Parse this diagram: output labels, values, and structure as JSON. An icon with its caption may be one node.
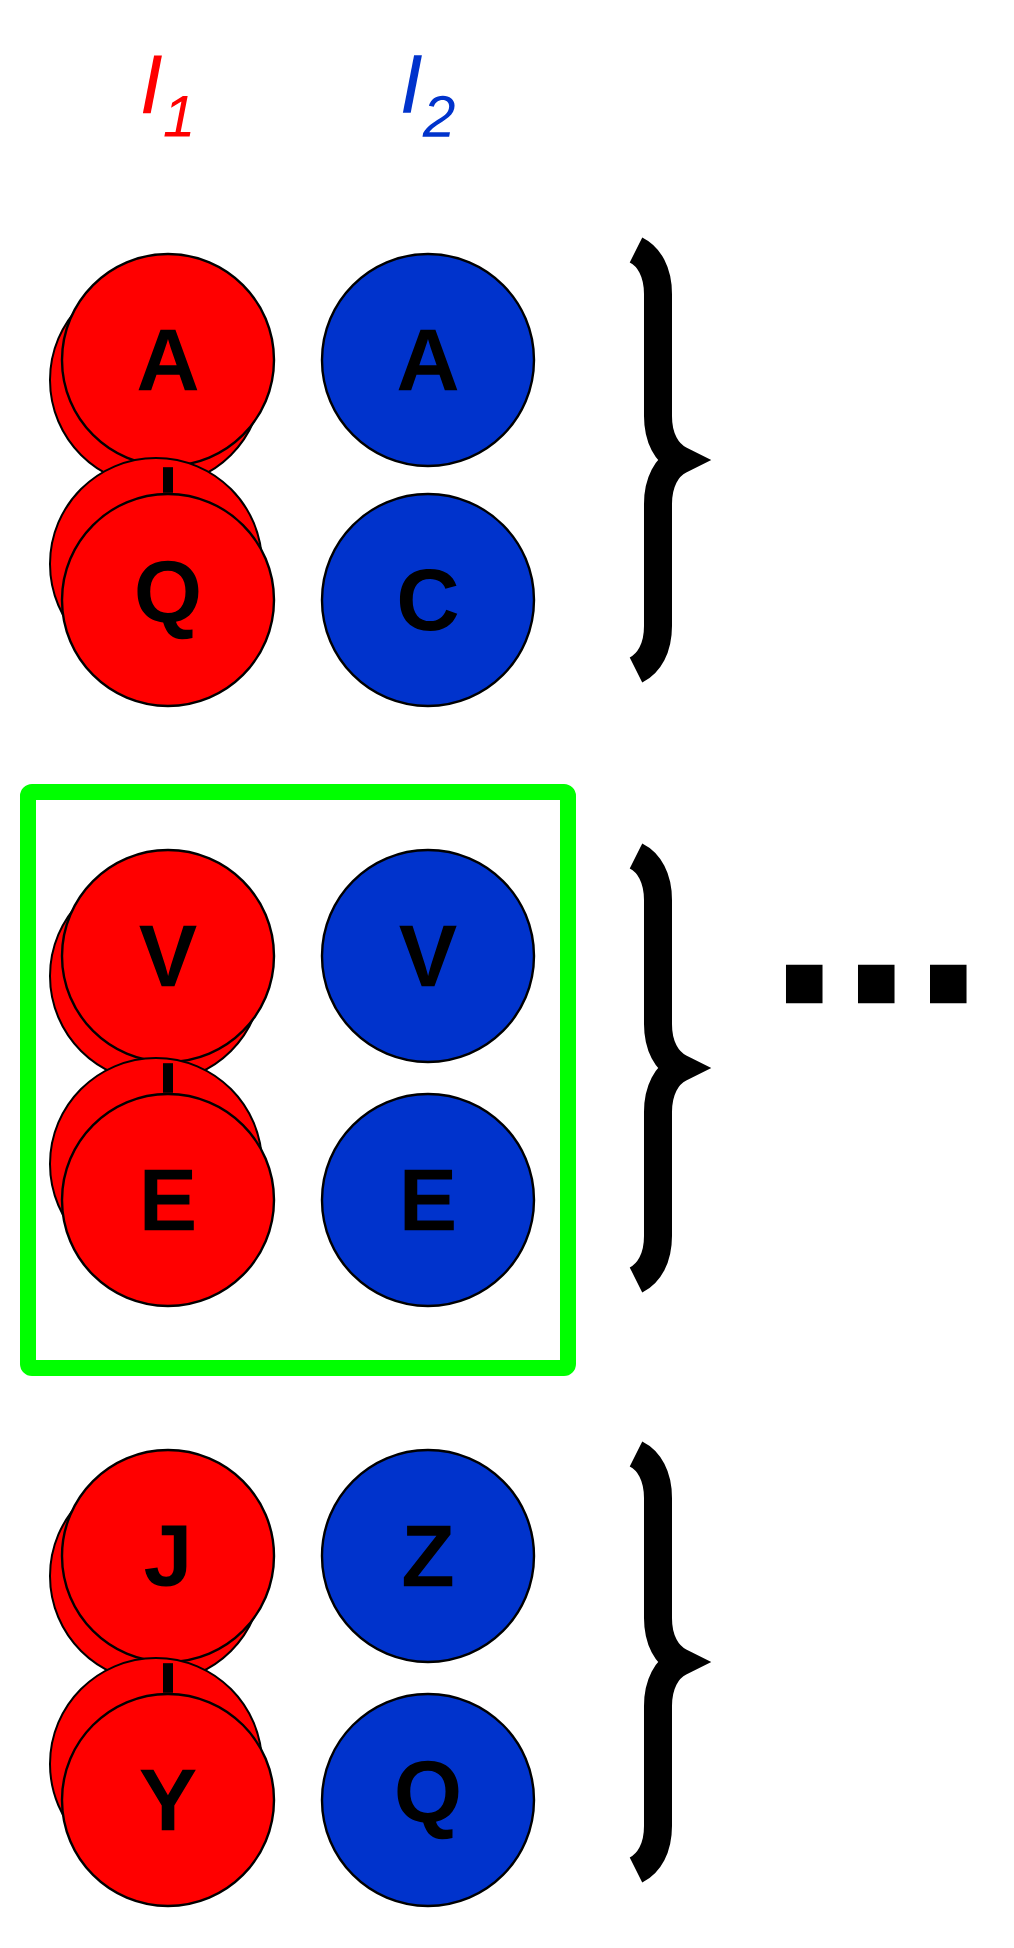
{
  "diagram": {
    "nodes": [
      {
        "text": [
          "A"
        ]
      },
      {
        "text": [
          "A"
        ]
      },
      {
        "text": [
          "Q"
        ]
      },
      {
        "text": [
          "C"
        ]
      },
      {
        "text": [],
        "shape": "box"
      },
      {
        "text": [
          "V"
        ],
        "in": 4
      },
      {
        "text": [
          "V"
        ],
        "in": 4
      },
      {
        "text": [
          "E"
        ],
        "in": 4
      },
      {
        "text": [
          "E"
        ],
        "in": 4
      },
      {
        "text": [
          "J"
        ]
      },
      {
        "text": [
          "Z"
        ]
      },
      {
        "text": [
          "Y"
        ]
      },
      {
        "text": [
          "Q"
        ]
      }
    ],
    "edges": [
      {
        "from": 0,
        "to": 2,
        "arrow": "none"
      },
      {
        "from": 5,
        "to": 7,
        "arrow": "none"
      },
      {
        "from": 9,
        "to": 11,
        "arrow": "none"
      }
    ],
    "labels": [
      "I$_{1}$",
      "I$_{2}$",
      "..."
    ]
  }
}
